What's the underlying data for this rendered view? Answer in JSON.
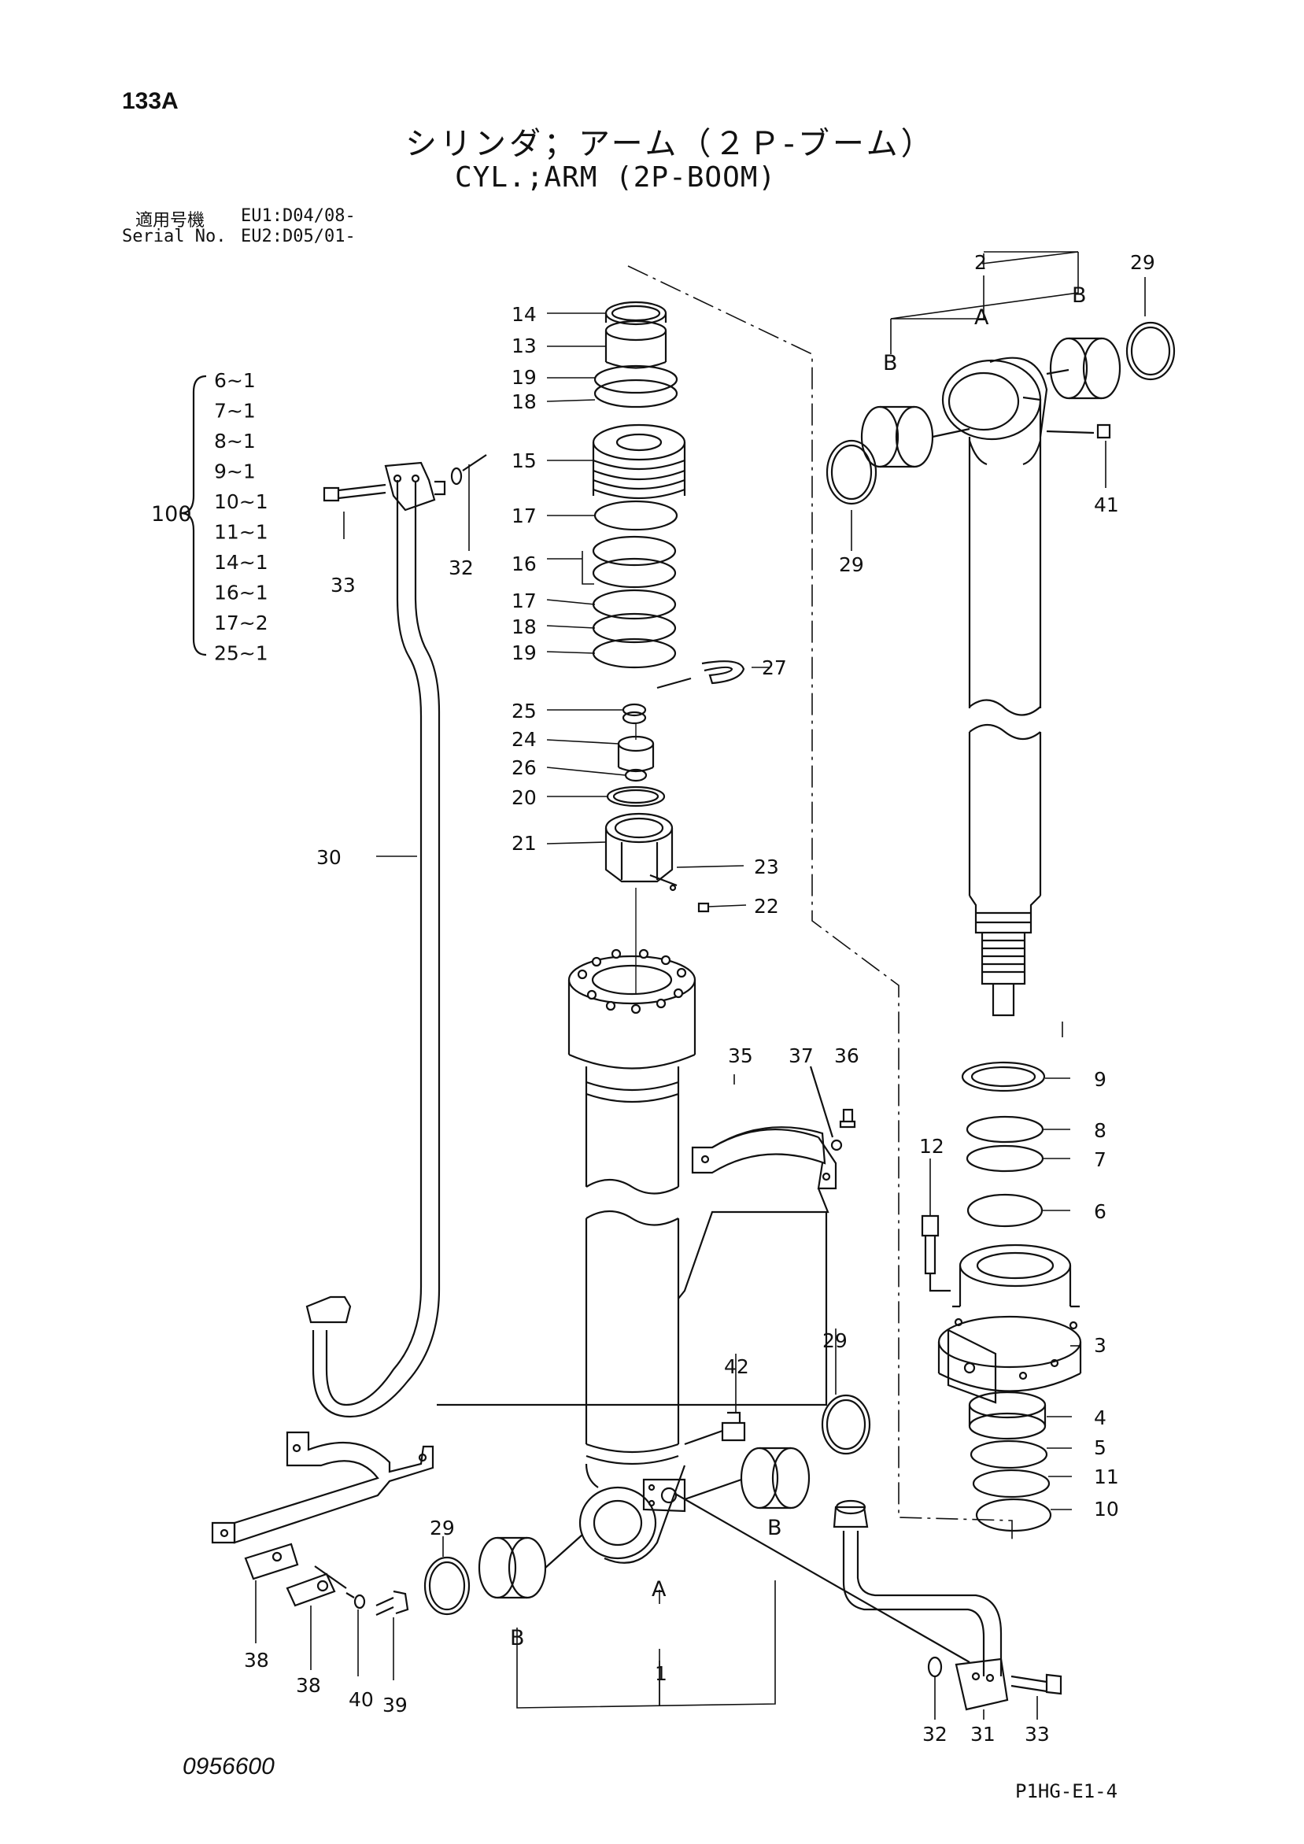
{
  "header": {
    "page_number": "133A",
    "title_jp": "シリンダ；アーム（２Ｐ-ブーム）",
    "title_en": "CYL.;ARM (2P-BOOM)",
    "serial_label_jp": "適用号機",
    "serial_label_en": "Serial No.",
    "serial_eu1": "EU1:D04/08-",
    "serial_eu2": "EU2:D05/01-"
  },
  "kit": {
    "number": "100",
    "items": [
      "6~1",
      "7~1",
      "8~1",
      "9~1",
      "10~1",
      "11~1",
      "14~1",
      "16~1",
      "17~2",
      "25~1"
    ]
  },
  "callouts": {
    "c1": "1",
    "c2": "2",
    "c3": "3",
    "c4": "4",
    "c5": "5",
    "c6": "6",
    "c7": "7",
    "c8": "8",
    "c9": "9",
    "c10": "10",
    "c11": "11",
    "c12": "12",
    "c13": "13",
    "c14": "14",
    "c15": "15",
    "c16": "16",
    "c17": "17",
    "c18": "18",
    "c19": "19",
    "c20": "20",
    "c21": "21",
    "c22": "22",
    "c23": "23",
    "c24": "24",
    "c25": "25",
    "c26": "26",
    "c27": "27",
    "c29": "29",
    "c30": "30",
    "c31": "31",
    "c32": "32",
    "c33": "33",
    "c35": "35",
    "c36": "36",
    "c37": "37",
    "c38": "38",
    "c39": "39",
    "c40": "40",
    "c41": "41",
    "c42": "42"
  },
  "letters": {
    "a": "A",
    "b": "B"
  },
  "footer": {
    "doc_number": "0956600",
    "page_code": "P1HG-E1-4"
  }
}
